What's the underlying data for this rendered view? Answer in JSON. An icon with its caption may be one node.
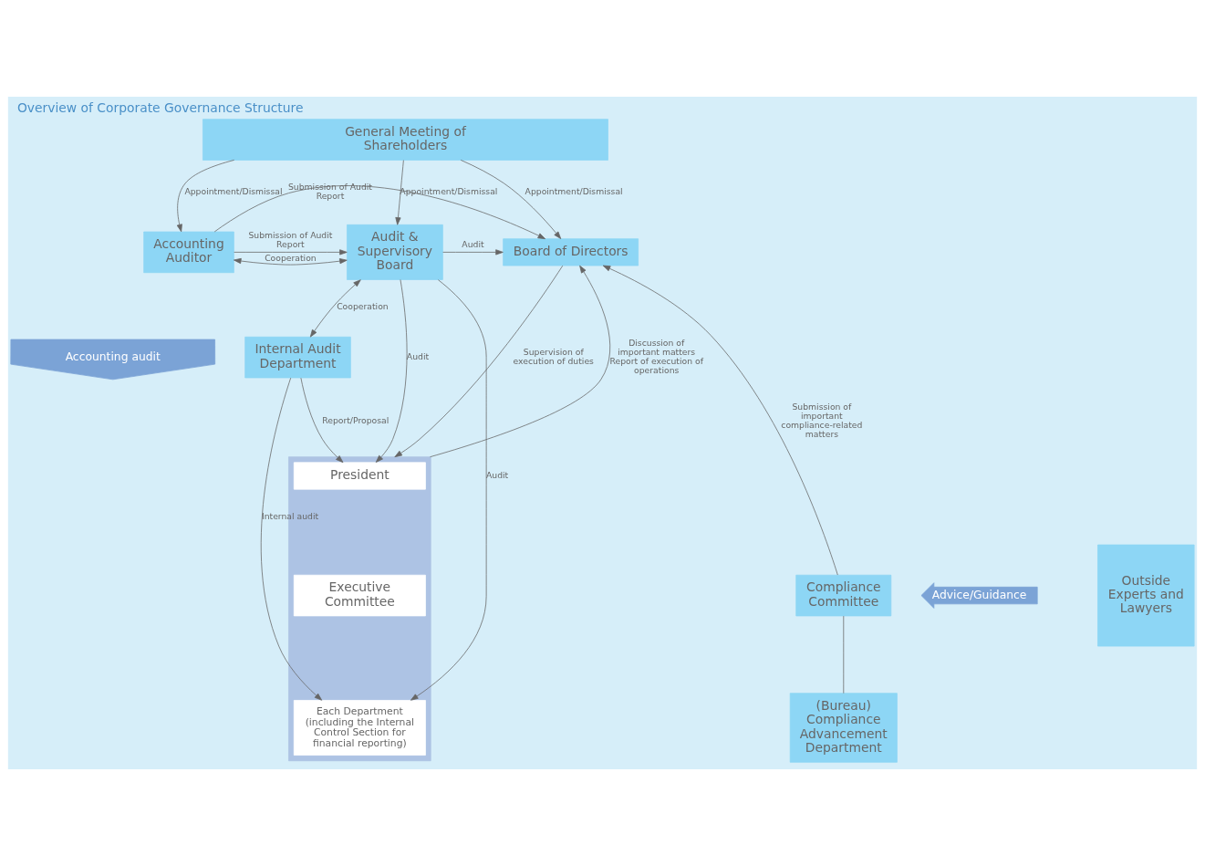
{
  "diagram": {
    "title": "Overview of Corporate Governance Structure",
    "nodes": [
      {
        "text": [
          "General Meeting of Shareholders"
        ]
      },
      {
        "text": [
          "Accounting Auditor"
        ]
      },
      {
        "text": [
          "Audit & Supervisory Board"
        ]
      },
      {
        "text": [
          "Board of Directors"
        ]
      },
      {
        "text": [
          "Accounting audit"
        ]
      },
      {
        "text": [
          "Internal Audit Department"
        ]
      },
      {
        "text": [],
        "shape": "box"
      },
      {
        "text": [
          "President"
        ],
        "in": 6
      },
      {
        "text": [
          "Executive Committee"
        ],
        "in": 6
      },
      {
        "text": [
          "Each Department",
          "(including the Internal Control Section for financial reporting)"
        ],
        "in": 6
      },
      {
        "text": [
          "Compliance Committee"
        ]
      },
      {
        "text": [
          "(Bureau) Compliance Advancement Department"
        ]
      },
      {
        "text": [
          "Advice/Guidance"
        ]
      },
      {
        "text": [
          "Outside Experts and Lawyers"
        ]
      }
    ],
    "edges": [
      {
        "from": 0,
        "to": 1,
        "arrow": "to",
        "label": "Appointment/Dismissal"
      },
      {
        "from": 0,
        "to": 2,
        "arrow": "to",
        "label": "Appointment/Dismissal"
      },
      {
        "from": 0,
        "to": 3,
        "arrow": "to",
        "label": "Appointment/Dismissal"
      },
      {
        "from": 1,
        "to": 2,
        "arrow": "to",
        "label": "Submission of Audit Report"
      },
      {
        "from": 1,
        "to": 2,
        "arrow": "both",
        "label": "Cooperation"
      },
      {
        "from": 2,
        "to": 3,
        "arrow": "to",
        "label": "Audit"
      },
      {
        "from": 1,
        "to": 3,
        "arrow": "to",
        "label": "Submission of Audit Report"
      },
      {
        "from": 2,
        "to": 5,
        "arrow": "both",
        "label": "Cooperation"
      },
      {
        "from": 3,
        "to": 6,
        "arrow": "to",
        "label": "Supervision of execution of duties"
      },
      {
        "from": 6,
        "to": 3,
        "arrow": "to",
        "label": "Discussion of important matters Report of execution of operations"
      },
      {
        "from": 5,
        "to": 7,
        "arrow": "to",
        "label": "Report/Proposal"
      },
      {
        "from": 2,
        "to": 7,
        "arrow": "to",
        "label": "Audit"
      },
      {
        "from": 5,
        "to": 9,
        "arrow": "to",
        "label": "Internal audit"
      },
      {
        "from": 2,
        "to": 9,
        "arrow": "to",
        "label": "Audit"
      },
      {
        "from": 11,
        "to": 10,
        "arrow": "none"
      },
      {
        "from": 10,
        "to": 3,
        "arrow": "to",
        "label": "Submission of important compliance-related matters"
      }
    ]
  }
}
